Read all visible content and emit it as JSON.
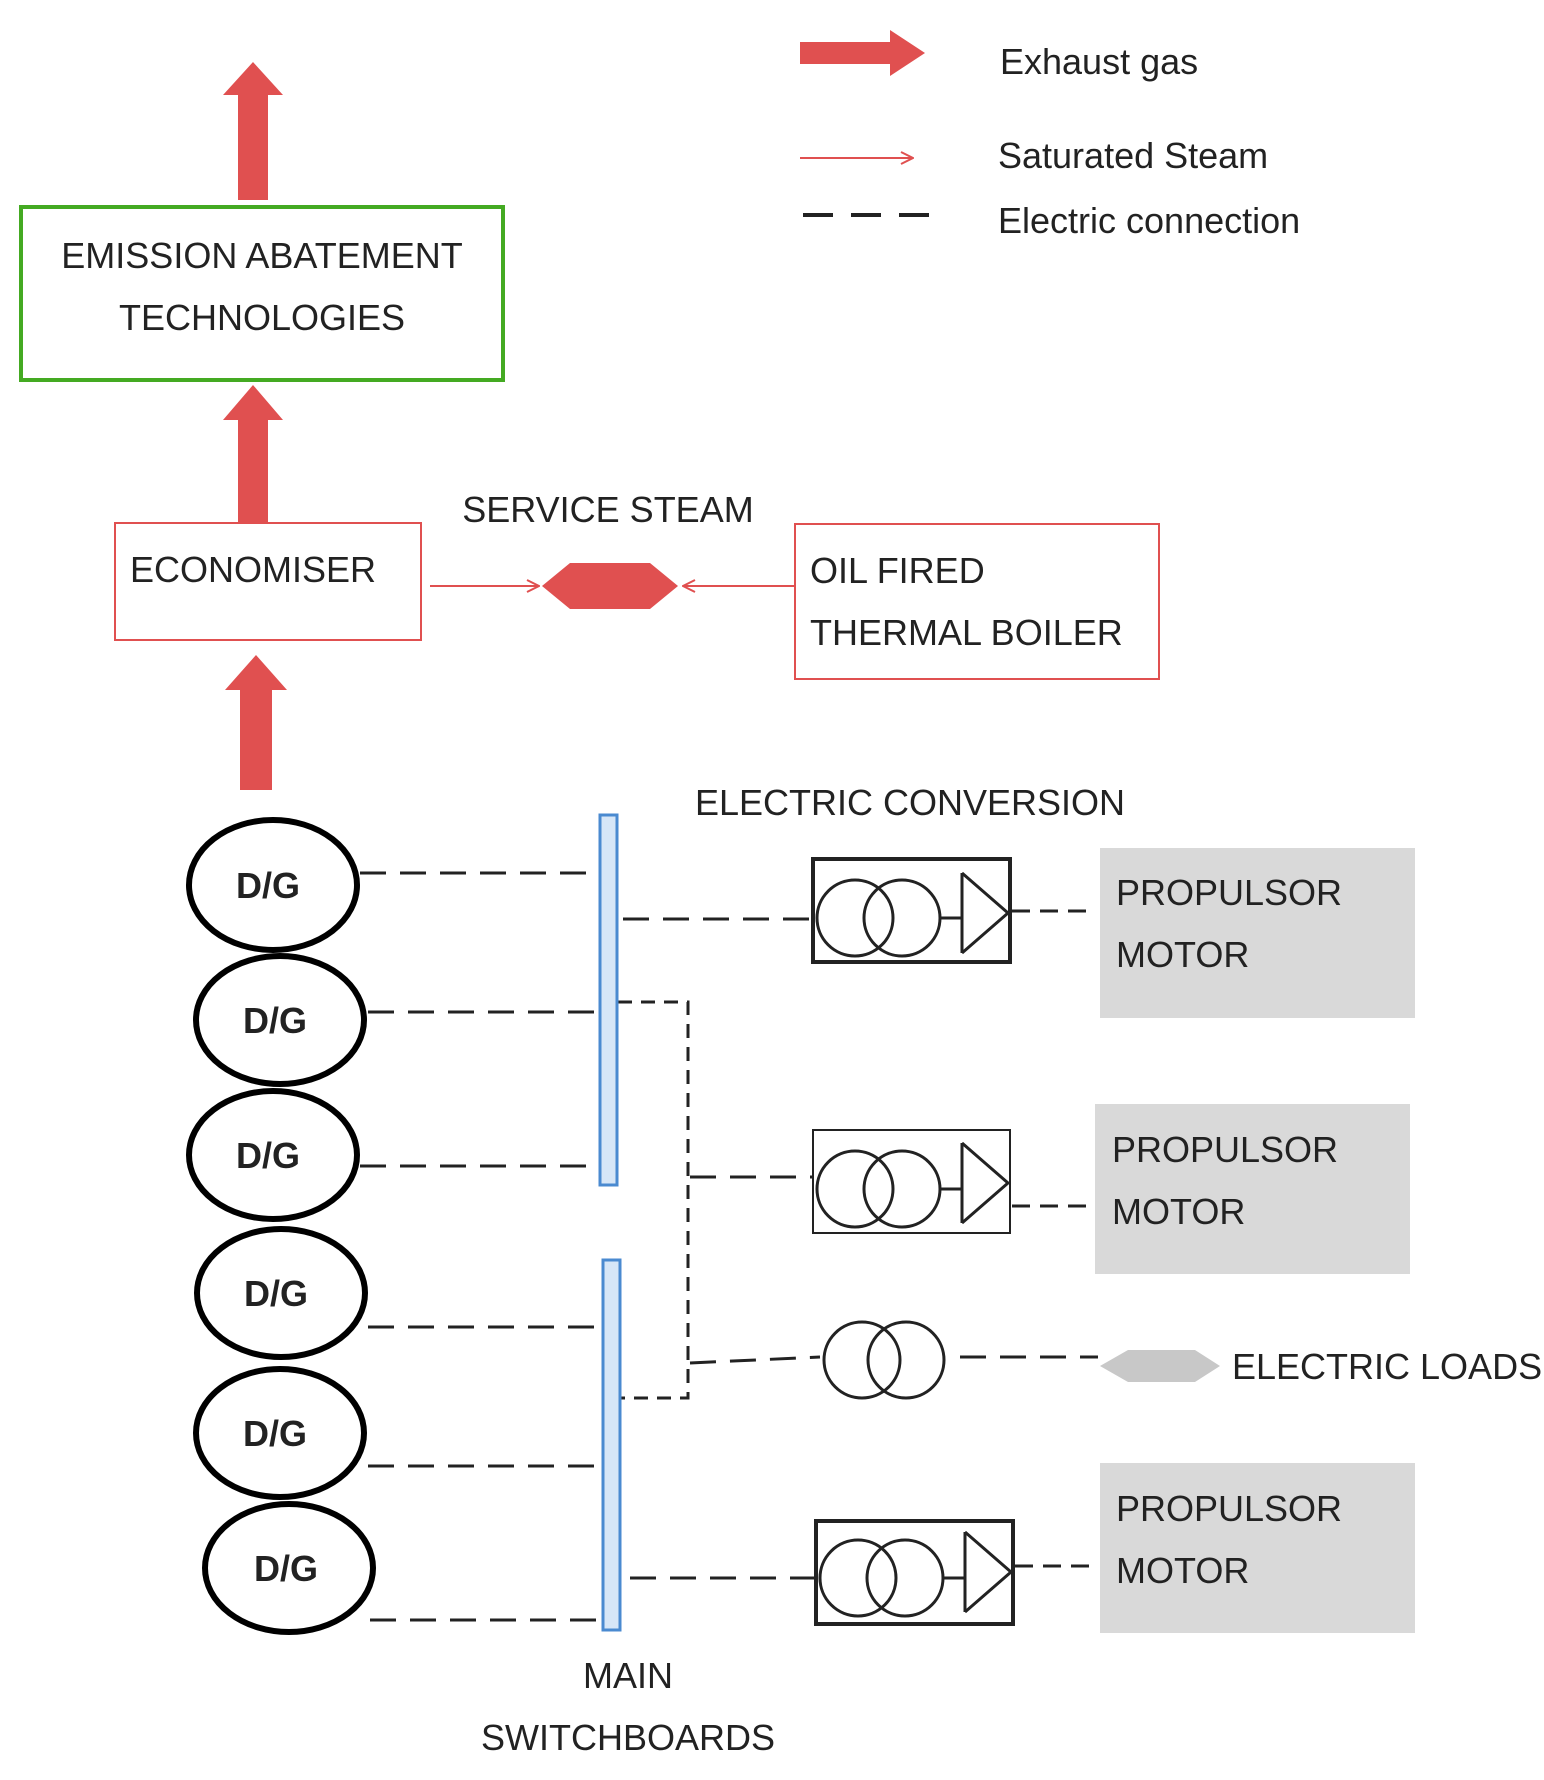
{
  "legend": {
    "exhaust_gas": "Exhaust gas",
    "saturated_steam": "Saturated Steam",
    "electric_connection": "Electric connection"
  },
  "boxes": {
    "emission_line1": "EMISSION ABATEMENT",
    "emission_line2": "TECHNOLOGIES",
    "economiser": "ECONOMISER",
    "boiler_line1": "OIL FIRED",
    "boiler_line2": "THERMAL BOILER"
  },
  "labels": {
    "service_steam": "SERVICE STEAM",
    "electric_conversion": "ELECTRIC CONVERSION",
    "electric_loads": "ELECTRIC LOADS",
    "main_line1": "MAIN",
    "main_line2": "SWITCHBOARDS"
  },
  "generators": [
    "D/G",
    "D/G",
    "D/G",
    "D/G",
    "D/G",
    "D/G"
  ],
  "motors": [
    {
      "line1": "PROPULSOR",
      "line2": "MOTOR"
    },
    {
      "line1": "PROPULSOR",
      "line2": "MOTOR"
    },
    {
      "line1": "PROPULSOR",
      "line2": "MOTOR"
    }
  ],
  "colors": {
    "exhaust": "#e05050",
    "steam": "#e05050",
    "emission_border": "#44aa22",
    "switchboard_fill": "#d6e6f7",
    "switchboard_stroke": "#4a8ad0",
    "motor_fill": "#d9d9d9",
    "load_fill": "#c8c8c8",
    "electric": "#222222"
  }
}
